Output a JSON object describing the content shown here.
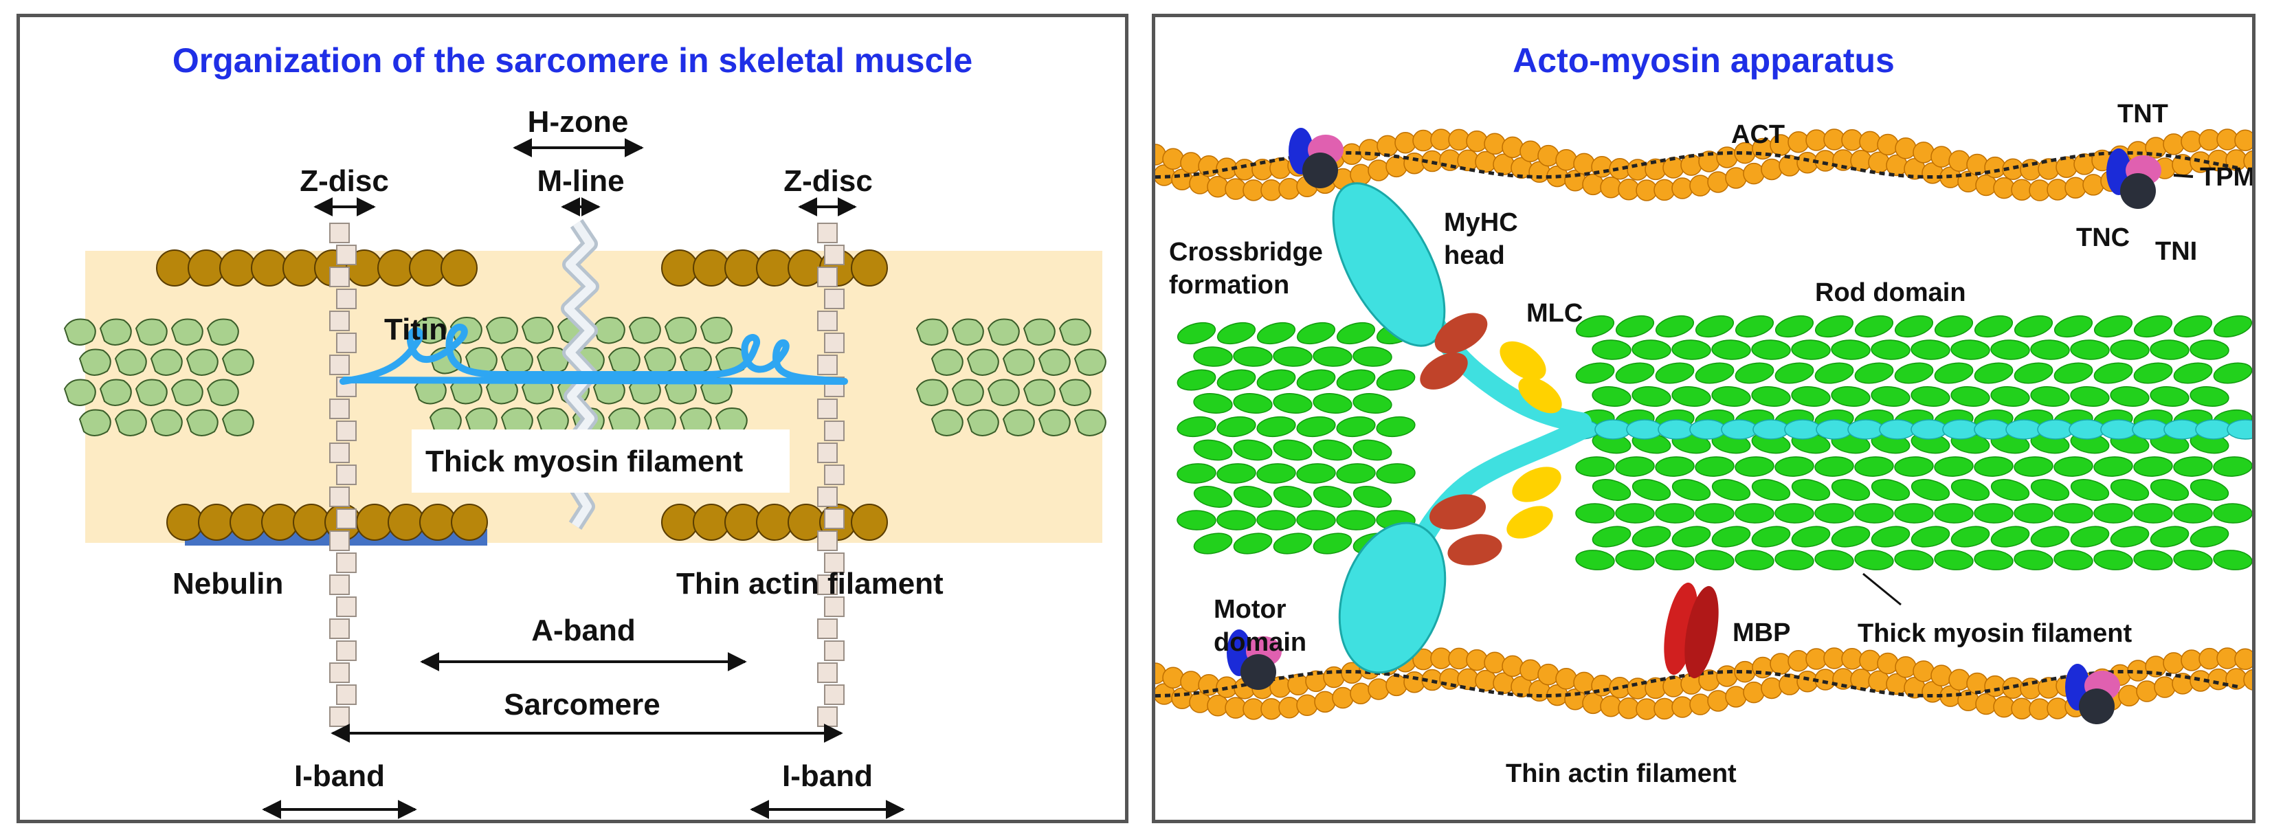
{
  "left_panel": {
    "title": "Organization of the sarcomere in skeletal muscle",
    "labels": {
      "h_zone": "H-zone",
      "z_disc_left": "Z-disc",
      "m_line": "M-line",
      "z_disc_right": "Z-disc",
      "titin": "Titin",
      "thick_filament": "Thick myosin filament",
      "nebulin": "Nebulin",
      "thin_filament": "Thin actin filament",
      "a_band": "A-band",
      "sarcomere": "Sarcomere",
      "i_band_left": "I-band",
      "i_band_right": "I-band"
    }
  },
  "right_panel": {
    "title": "Acto-myosin apparatus",
    "labels": {
      "act": "ACT",
      "tnt": "TNT",
      "tpm": "TPM",
      "tnc": "TNC",
      "tni": "TNI",
      "crossbridge_line1": "Crossbridge",
      "crossbridge_line2": "formation",
      "myhc_line1": "MyHC",
      "myhc_line2": "head",
      "mlc": "MLC",
      "rod_domain": "Rod domain",
      "motor_line1": "Motor",
      "motor_line2": "domain",
      "mbp": "MBP",
      "thick_filament": "Thick myosin filament",
      "thin_filament": "Thin actin filament"
    }
  },
  "colors": {
    "title_blue": "#1f2fe6",
    "actin_brown": "#b8860b",
    "actin_orange": "#f5a41c",
    "myosin_green": "#22d11c",
    "myosin_pale_green": "#a9d18e",
    "myosin_cyan": "#3fe0e0",
    "titin_blue": "#2ea6f2",
    "nebulin_blue": "#4472c4",
    "background_cream": "#fdebc4"
  }
}
